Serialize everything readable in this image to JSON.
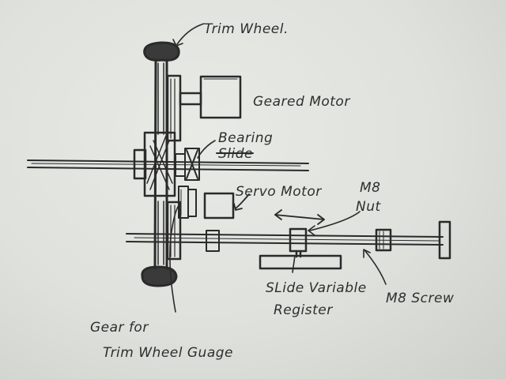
{
  "labels": {
    "trim_wheel": "Trim Wheel.",
    "geared_motor": "Geared Motor",
    "bearing": "Bearing",
    "bearing_strike": "Slide",
    "servo_motor": "Servo Motor",
    "m8": "M8",
    "nut": "Nut",
    "slide_variable": "SLide Variable",
    "register": "Register",
    "m8_screw": "M8 Screw",
    "gear_for": "Gear for",
    "trim_wheel_guage": "Trim Wheel Guage"
  },
  "colors": {
    "paper": "#dfe1dc",
    "ink": "#2a2a2a"
  }
}
